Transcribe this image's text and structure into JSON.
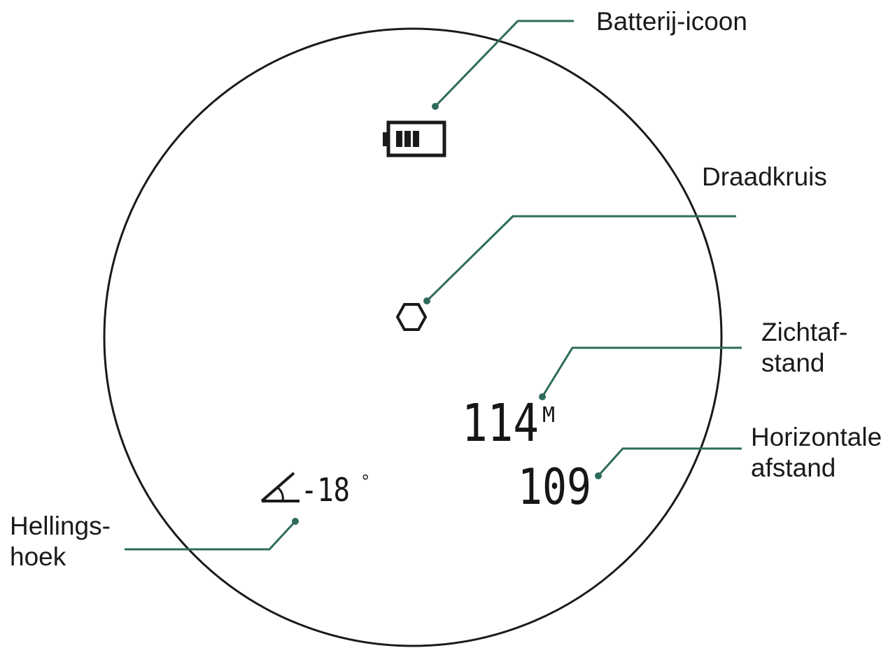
{
  "labels": {
    "battery": "Batterij-icoon",
    "reticle": "Draadkruis",
    "line_of_sight_line1": "Zichtaf-",
    "line_of_sight_line2": "stand",
    "horizontal_line1": "Horizontale",
    "horizontal_line2": "afstand",
    "slope_line1": "Hellings-",
    "slope_line2": "hoek"
  },
  "display": {
    "line_of_sight_value": "114",
    "line_of_sight_unit": "M",
    "horizontal_value": "109",
    "slope_value": "-18",
    "slope_unit": "°",
    "battery_bars": 3
  },
  "colors": {
    "leader": "#2e6b5c",
    "outline": "#1a1a1a"
  }
}
